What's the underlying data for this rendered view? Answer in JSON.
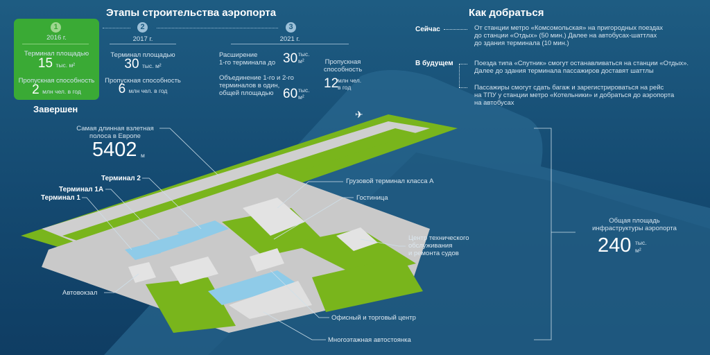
{
  "stages": {
    "title": "Этапы строительства аэропорта",
    "items": [
      {
        "num": "1",
        "year": "2016 г.",
        "area_label": "Терминал площадью",
        "area_value": "15",
        "area_unit": "тыс. м²",
        "cap_label": "Пропускная способность",
        "cap_value": "2",
        "cap_unit": "млн чел. в год",
        "status": "Завершен"
      },
      {
        "num": "2",
        "year": "2017 г.",
        "area_label": "Терминал площадью",
        "area_value": "30",
        "area_unit": "тыс. м²",
        "cap_label": "Пропускная способность",
        "cap_value": "6",
        "cap_unit": "млн чел. в год"
      },
      {
        "num": "3",
        "year": "2021 г.",
        "expand_label1": "Расширение",
        "expand_label2": "1-го терминала до",
        "expand_value": "30",
        "expand_unit1": "тыс.",
        "expand_unit2": "м²",
        "merge_label1": "Объединение 1-го и 2-го",
        "merge_label2": "терминалов в один,",
        "merge_label3": "общей площадью",
        "merge_value": "60",
        "merge_unit1": "тыс.",
        "merge_unit2": "м²",
        "cap_label1": "Пропускная",
        "cap_label2": "способность",
        "cap_value": "12",
        "cap_unit1": "млн чел.",
        "cap_unit2": "в год"
      }
    ]
  },
  "route": {
    "title": "Как добраться",
    "now_label": "Сейчас",
    "now_lines": [
      "От станции метро «Комсомольская» на пригородных поездах",
      "до станции «Отдых» (50 мин.) Далее на автобусах-шаттлах",
      "до здания терминала  (10 мин.)"
    ],
    "future_label": "В будущем",
    "future1_lines": [
      "Поезда типа «Спутник» смогут останавливаться на станции «Отдых».",
      "Далее до здания терминала пассажиров доставят шаттлы"
    ],
    "future2_lines": [
      "Пассажиры смогут сдать багаж и зарегистрироваться на рейс",
      "на ТПУ у станции метро «Котельники» и добраться до аэропорта",
      "на автобусах"
    ]
  },
  "runway": {
    "label1": "Самая длинная взлетная",
    "label2": "полоса в Европе",
    "value": "5402",
    "unit": "м"
  },
  "area": {
    "label1": "Общая площадь",
    "label2": "инфраструктуры аэропорта",
    "value": "240",
    "unit1": "тыс.",
    "unit2": "м²"
  },
  "labels": {
    "terminal2": "Терминал 2",
    "terminal1a": "Терминал 1А",
    "terminal1": "Терминал 1",
    "cargo": "Грузовой терминал класса А",
    "hotel": "Гостиница",
    "tech1": "Центр технического",
    "tech2": "обслуживания",
    "tech3": "и ремонта судов",
    "bus": "Автовокзал",
    "office": "Офисный и торговый центр",
    "parking": "Многоэтажная автостоянка"
  },
  "colors": {
    "green": "#3aaa35",
    "grass": "#79b51c",
    "bg": "#1a5479"
  }
}
